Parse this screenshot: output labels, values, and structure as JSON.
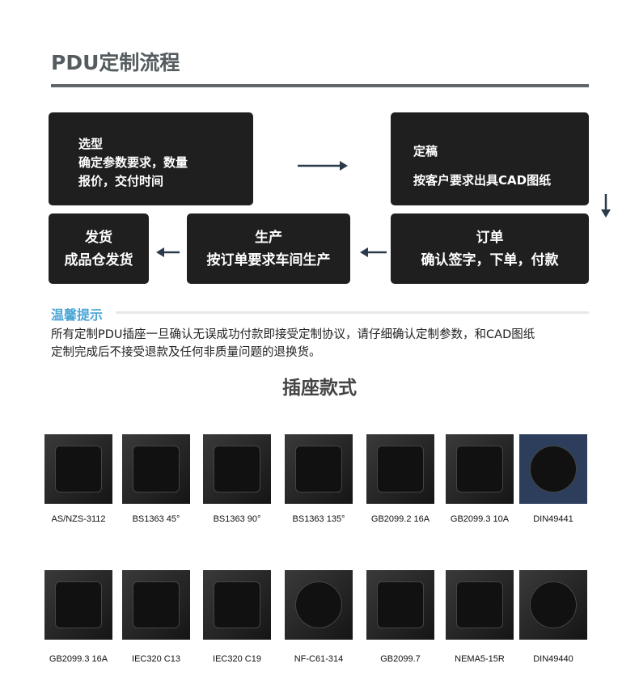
{
  "title": "PDU定制流程",
  "flow": [
    {
      "lines": [
        "选型",
        "确定参数要求，数量",
        "报价，交付时间"
      ]
    },
    {
      "lines": [
        "定稿",
        "按客户要求出具CAD图纸"
      ]
    },
    {
      "lines": [
        "订单",
        "确认签字，下单，付款"
      ]
    },
    {
      "lines": [
        "生产",
        "按订单要求车间生产"
      ]
    },
    {
      "lines": [
        "发货",
        "成品仓发货"
      ]
    }
  ],
  "tip": {
    "title": "温馨提示",
    "text_lines": [
      "所有定制PDU插座一旦确认无误成功付款即接受定制协议，请仔细确认定制参数，和CAD图纸",
      "定制完成后不接受退款及任何非质量问题的退换货。"
    ]
  },
  "section_title": "插座款式",
  "sockets": [
    "AS/NZS-3112",
    "BS1363 45°",
    "BS1363 90°",
    "BS1363 135°",
    "GB2099.2 16A",
    "GB2099.3 10A",
    "DIN49441",
    "GB2099.3 16A",
    "IEC320 C13",
    "IEC320 C19",
    "NF-C61-314",
    "GB2099.7",
    "NEMA5-15R",
    "DIN49440"
  ],
  "colors": {
    "title": "#555c60",
    "tip": "#4aa6d6",
    "box": "#1f1f1f"
  }
}
